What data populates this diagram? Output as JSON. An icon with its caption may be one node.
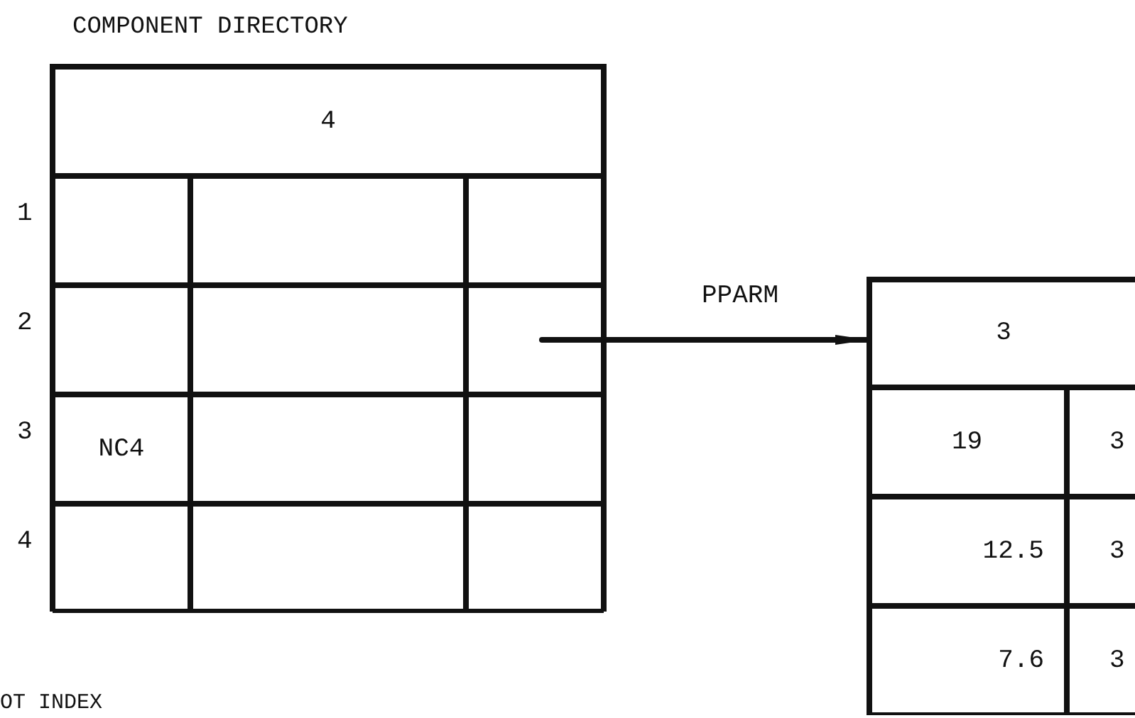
{
  "diagram": {
    "nodes": [
      {
        "text": [
          "COMPONENT DIRECTORY"
        ]
      },
      {
        "text": [
          "4"
        ],
        "in": 0
      },
      {
        "text": [],
        "shape": "box",
        "in": 0
      },
      {
        "text": [],
        "shape": "box",
        "in": 0
      },
      {
        "text": [],
        "shape": "box",
        "in": 0
      },
      {
        "text": [],
        "shape": "box",
        "in": 0
      },
      {
        "text": [],
        "shape": "box",
        "in": 0
      },
      {
        "text": [],
        "shape": "box",
        "in": 0
      },
      {
        "text": [
          "NC4"
        ],
        "in": 0
      },
      {
        "text": [],
        "shape": "box",
        "in": 0
      },
      {
        "text": [],
        "shape": "box",
        "in": 0
      },
      {
        "text": [],
        "shape": "box",
        "in": 0
      },
      {
        "text": [],
        "shape": "box",
        "in": 0
      },
      {
        "text": [],
        "shape": "box",
        "in": 0
      },
      {
        "text": [],
        "shape": "box"
      },
      {
        "text": [
          "3"
        ],
        "in": 14
      },
      {
        "text": [
          "19"
        ],
        "in": 14
      },
      {
        "text": [
          "3"
        ],
        "in": 14
      },
      {
        "text": [
          "12.5"
        ],
        "in": 14
      },
      {
        "text": [
          "3"
        ],
        "in": 14
      },
      {
        "text": [
          "7.6"
        ],
        "in": 14
      },
      {
        "text": [
          "3"
        ],
        "in": 14
      }
    ],
    "edges": [
      {
        "from": 7,
        "to": 15,
        "arrow": "to",
        "label": "PPARM"
      }
    ],
    "labels": [
      "1",
      "2",
      "3",
      "4",
      "OT INDEX"
    ]
  }
}
